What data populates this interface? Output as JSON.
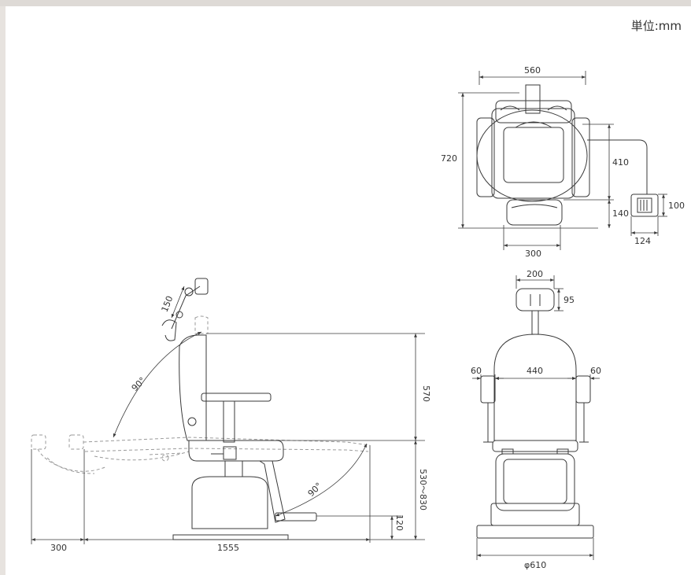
{
  "unit_label": "単位:mm",
  "colors": {
    "line": "#3a3a3a",
    "dashed": "#9a9a9a",
    "paper": "#ffffff",
    "frame": "#e7e3df"
  },
  "dimensions": {
    "top_width": "560",
    "top_depth": "720",
    "top_backrest": "410",
    "top_seat": "140",
    "top_base": "300",
    "pedal_height": "100",
    "pedal_width": "124",
    "front_headrest_width": "200",
    "front_headrest_height": "95",
    "front_armrest_left": "60",
    "front_armrest_right": "60",
    "front_seat_width": "440",
    "front_base_diameter": "φ610",
    "side_headrest_range": "150",
    "side_backrest_angle": "90°",
    "side_leg_angle": "90°",
    "side_back_height": "570",
    "side_seat_height": "530～830",
    "side_footrest_height": "120",
    "side_rear_clearance": "300",
    "side_total_length": "1555"
  }
}
